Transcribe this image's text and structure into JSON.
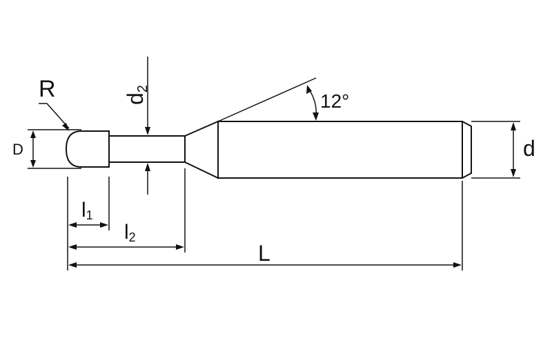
{
  "labels": {
    "R": "R",
    "D": "D",
    "d2_main": "d",
    "d2_sub": "2",
    "l1_main": "l",
    "l1_sub": "1",
    "l2_main": "l",
    "l2_sub": "2",
    "L": "L",
    "d": "d",
    "angle": "12°"
  },
  "colors": {
    "line": "#111111",
    "background": "#ffffff"
  }
}
